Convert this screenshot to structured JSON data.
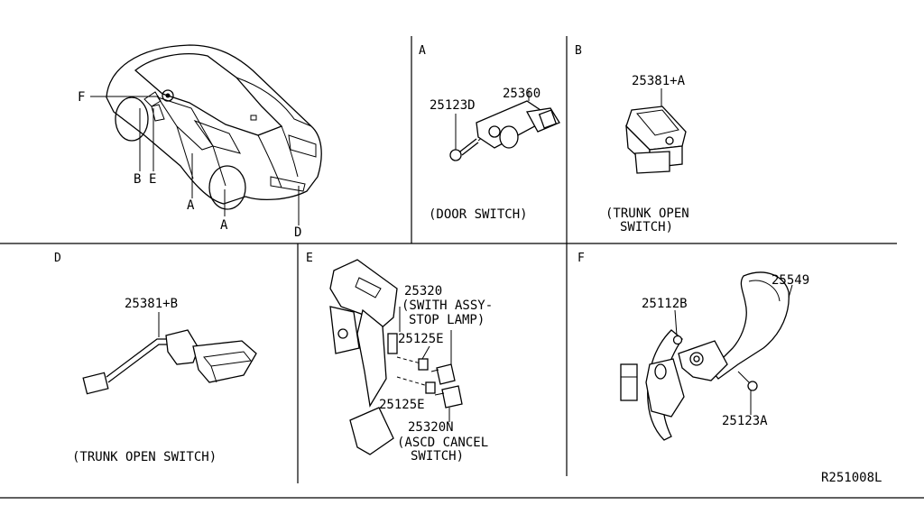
{
  "diagram": {
    "code": "R251008L",
    "overview": {
      "callouts": {
        "f": "F",
        "b": "B",
        "e": "E",
        "a1": "A",
        "a2": "A",
        "d": "D"
      }
    },
    "sections": {
      "a": {
        "letter": "A",
        "parts": {
          "p1": "25123D",
          "p2": "25360"
        },
        "caption": "(DOOR SWITCH)"
      },
      "b": {
        "letter": "B",
        "parts": {
          "p1": "25381+A"
        },
        "caption_lines": [
          "(TRUNK OPEN",
          "SWITCH)"
        ]
      },
      "d": {
        "letter": "D",
        "parts": {
          "p1": "25381+B"
        },
        "caption": "(TRUNK OPEN SWITCH)"
      },
      "e": {
        "letter": "E",
        "parts": {
          "p1_lines": [
            "25320",
            "(SWITH ASSY-",
            "STOP LAMP)"
          ],
          "p2": "25125E",
          "p3": "25125E",
          "p4_lines": [
            "25320N",
            "(ASCD CANCEL",
            "SWITCH)"
          ]
        }
      },
      "f": {
        "letter": "F",
        "parts": {
          "p1": "25112B",
          "p2": "25549",
          "p3": "25123A"
        }
      }
    }
  }
}
